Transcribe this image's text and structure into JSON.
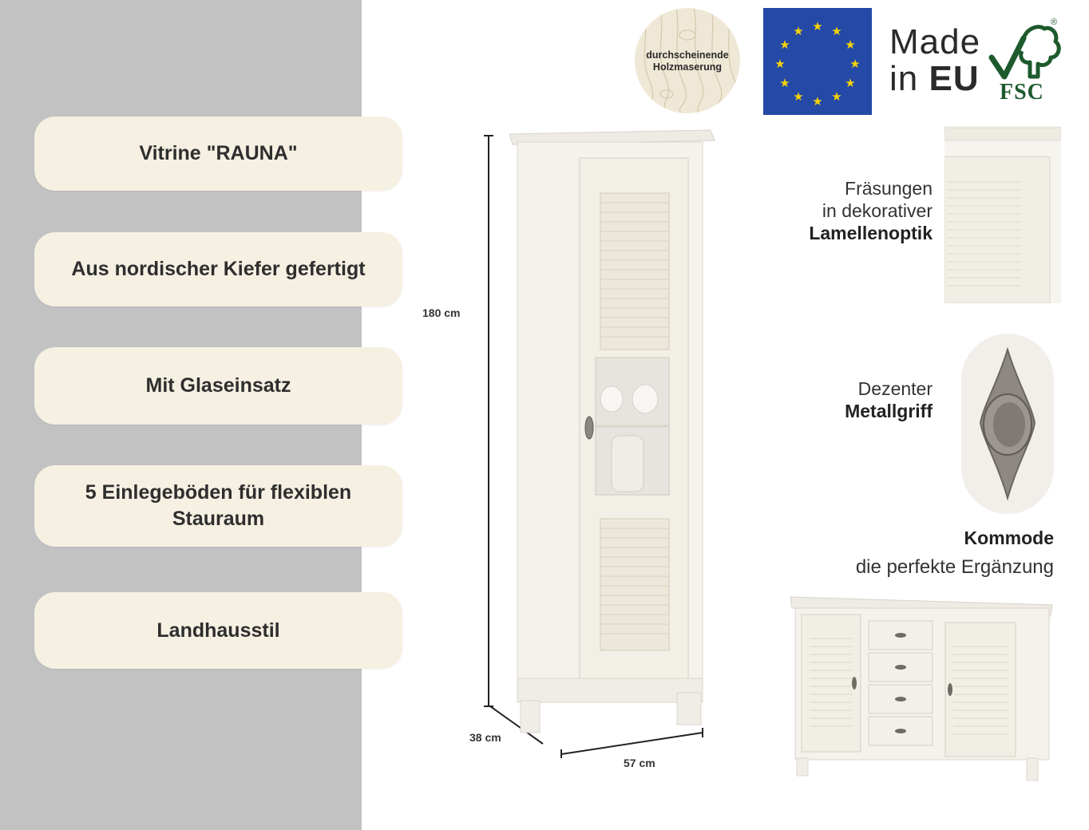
{
  "features": [
    "Vitrine \"RAUNA\"",
    "Aus nordischer Kiefer gefertigt",
    "Mit Glaseinsatz",
    "5 Einlegeböden für flexiblen Stauraum",
    "Landhausstil"
  ],
  "dimensions": {
    "height": "180 cm",
    "depth": "38 cm",
    "width": "57 cm"
  },
  "wood_badge": {
    "line1": "durchscheinende",
    "line2": "Holzmaserung"
  },
  "made_in": {
    "line1": "Made",
    "line2a": "in ",
    "line2b": "EU"
  },
  "fsc": {
    "label": "FSC",
    "reg": "®"
  },
  "lamellen": {
    "line1": "Fräsungen",
    "line2": "in dekorativer",
    "line3": "Lamellenoptik"
  },
  "griff": {
    "line1": "Dezenter",
    "line2": "Metallgriff"
  },
  "kommode": {
    "title": "Kommode",
    "subtitle": "die perfekte Ergänzung"
  },
  "colors": {
    "sidebar": "#c2c2c2",
    "pill": "#f6f0e3",
    "eu_blue": "#2449a6",
    "eu_star": "#f5d20a",
    "fsc_green": "#1d5a2c"
  }
}
